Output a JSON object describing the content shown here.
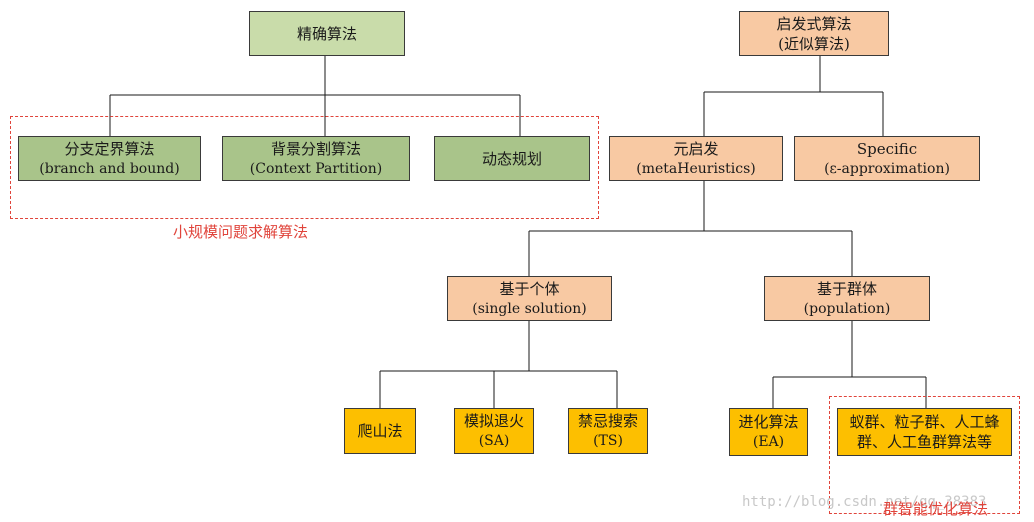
{
  "exact": {
    "title": "精确算法",
    "children": [
      {
        "line1": "分支定界算法",
        "line2": "(branch and bound)"
      },
      {
        "line1": "背景分割算法",
        "line2": "(Context Partition)"
      },
      {
        "line1": "动态规划",
        "line2": ""
      }
    ],
    "group_label": "小规模问题求解算法"
  },
  "heuristic": {
    "line1": "启发式算法",
    "line2": "(近似算法)",
    "meta": {
      "line1": "元启发",
      "line2": "(metaHeuristics)"
    },
    "specific": {
      "line1": "Specific",
      "line2": "(ε-approximation)"
    },
    "single": {
      "line1": "基于个体",
      "line2": "(single solution)",
      "children": [
        {
          "line1": "爬山法",
          "line2": ""
        },
        {
          "line1": "模拟退火",
          "line2": "(SA)"
        },
        {
          "line1": "禁忌搜索",
          "line2": "(TS)"
        }
      ]
    },
    "population": {
      "line1": "基于群体",
      "line2": "(population)",
      "children": [
        {
          "line1": "进化算法",
          "line2": "(EA)"
        },
        {
          "line1": "蚁群、粒子群、人工蜂",
          "line2": "群、人工鱼群算法等"
        }
      ]
    },
    "group_label": "群智能优化算法"
  },
  "watermark": "http://blog.csdn.net/qq_38383"
}
